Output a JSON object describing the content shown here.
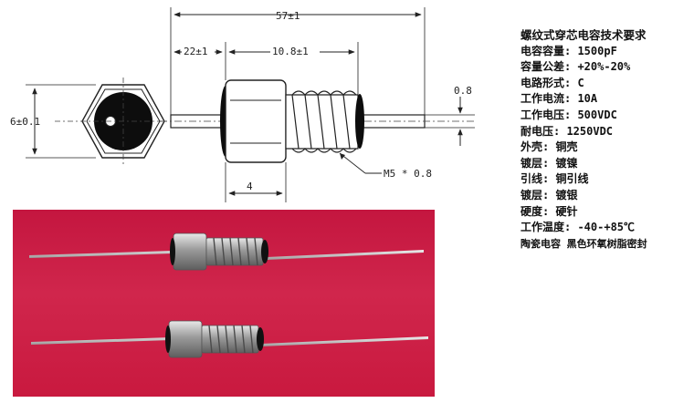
{
  "drawing": {
    "dim_total_length": "57±1",
    "dim_lead_length": "22±1",
    "dim_body_length": "10.8±1",
    "dim_hex_diameter": "6±0.1",
    "dim_pin_diameter": "0.8",
    "dim_hex_width": "4",
    "dim_thread": "M5 * 0.8"
  },
  "specs": {
    "title": "螺纹式穿芯电容技术要求",
    "lines": [
      "电容容量: 1500pF",
      "容量公差: +20%-20%",
      "电路形式: C",
      "工作电流: 10A",
      "工作电压: 500VDC",
      "耐电压: 1250VDC",
      "外壳: 铜壳",
      "镀层: 镀镍",
      "引线: 铜引线",
      "镀层: 镀银",
      "硬度: 硬针",
      "工作温度: -40-+85℃"
    ],
    "footer": "陶瓷电容  黑色环氧树脂密封"
  },
  "colors": {
    "photo_background": "#c9193f",
    "metal": "#b8b8b8",
    "epoxy": "#111111"
  }
}
